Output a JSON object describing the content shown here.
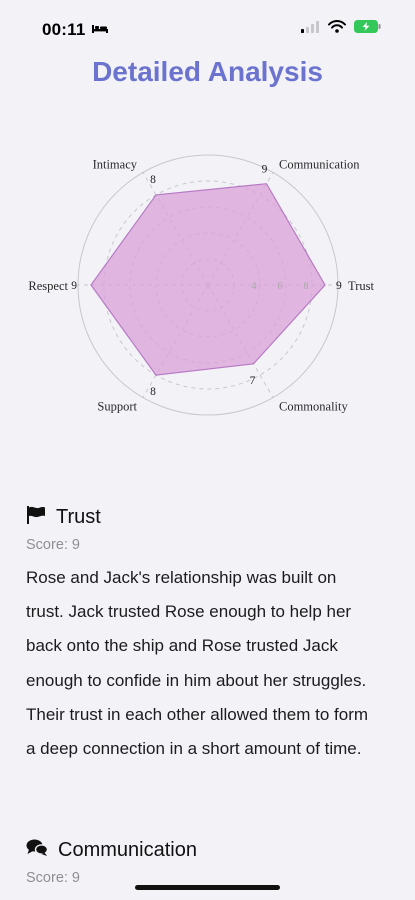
{
  "status_bar": {
    "time": "00:11"
  },
  "header": {
    "title": "Detailed Analysis"
  },
  "chart_data": {
    "type": "radar",
    "axes": [
      "Trust",
      "Communication",
      "Intimacy",
      "Respect",
      "Support",
      "Commonality"
    ],
    "values": [
      9,
      9,
      8,
      9,
      8,
      7
    ],
    "ring_ticks": [
      "4",
      "6",
      "8"
    ],
    "range": [
      0,
      10
    ],
    "colors": {
      "fill": "#d9a2d9",
      "stroke": "#b77ac4",
      "grid": "#c8c8cc"
    }
  },
  "sections": [
    {
      "icon": "flag-icon",
      "title": "Trust",
      "score": "Score: 9",
      "description": "Rose and Jack's relationship was built on trust. Jack trusted Rose enough to help her back onto the ship and Rose trusted Jack enough to confide in him about her struggles. Their trust in each other allowed them to form a deep connection in a short amount of time."
    },
    {
      "icon": "chat-bubbles-icon",
      "title": "Communication",
      "score": "Score: 9"
    }
  ]
}
